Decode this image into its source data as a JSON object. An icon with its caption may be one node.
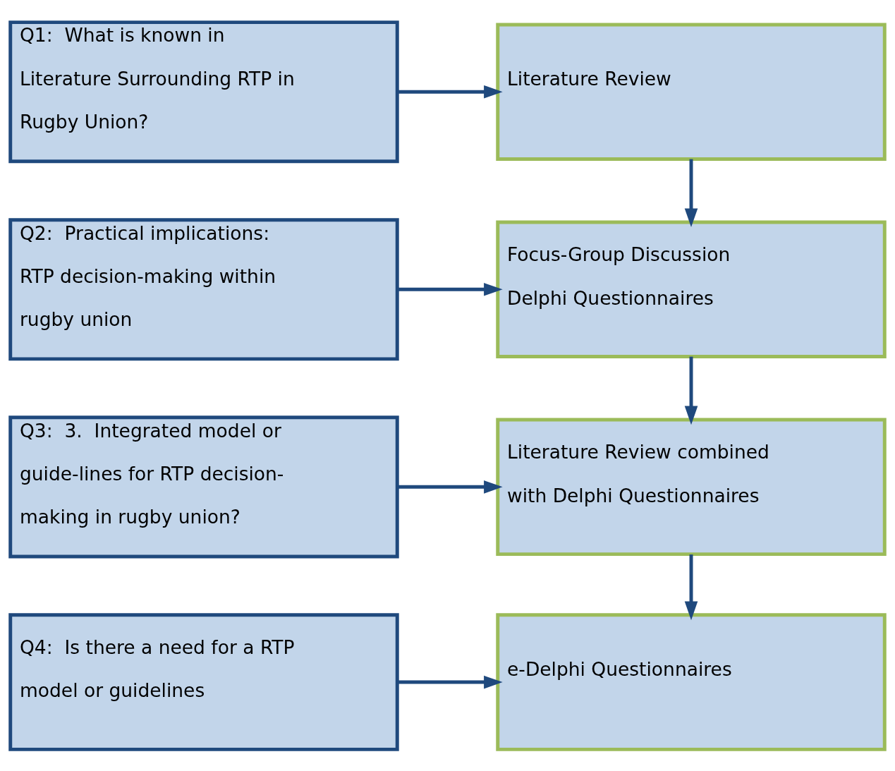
{
  "diagram": {
    "nodes": [
      {
        "text": [
          "Q1:  What is known in Literature Surrounding RTP in Rugby Union?"
        ]
      },
      {
        "text": [
          "Literature Review"
        ]
      },
      {
        "text": [
          "Q2:  Practical implications: RTP decision-making within rugby union"
        ]
      },
      {
        "text": [
          "Focus-Group Discussion",
          "Delphi Questionnaires"
        ]
      },
      {
        "text": [
          "Q3:  3.  Integrated model or guide-lines for RTP decision-making in rugby union?"
        ]
      },
      {
        "text": [
          "Literature Review combined with Delphi Questionnaires"
        ]
      },
      {
        "text": [
          "Q4:  Is there a need for a RTP model or guidelines"
        ]
      },
      {
        "text": [
          "e-Delphi Questionnaires"
        ]
      }
    ],
    "edges": [
      {
        "from": 0,
        "to": 1,
        "arrow": "to"
      },
      {
        "from": 1,
        "to": 3,
        "arrow": "to"
      },
      {
        "from": 2,
        "to": 3,
        "arrow": "to"
      },
      {
        "from": 3,
        "to": 5,
        "arrow": "to"
      },
      {
        "from": 4,
        "to": 5,
        "arrow": "to"
      },
      {
        "from": 5,
        "to": 7,
        "arrow": "to"
      },
      {
        "from": 6,
        "to": 7,
        "arrow": "to"
      }
    ]
  }
}
